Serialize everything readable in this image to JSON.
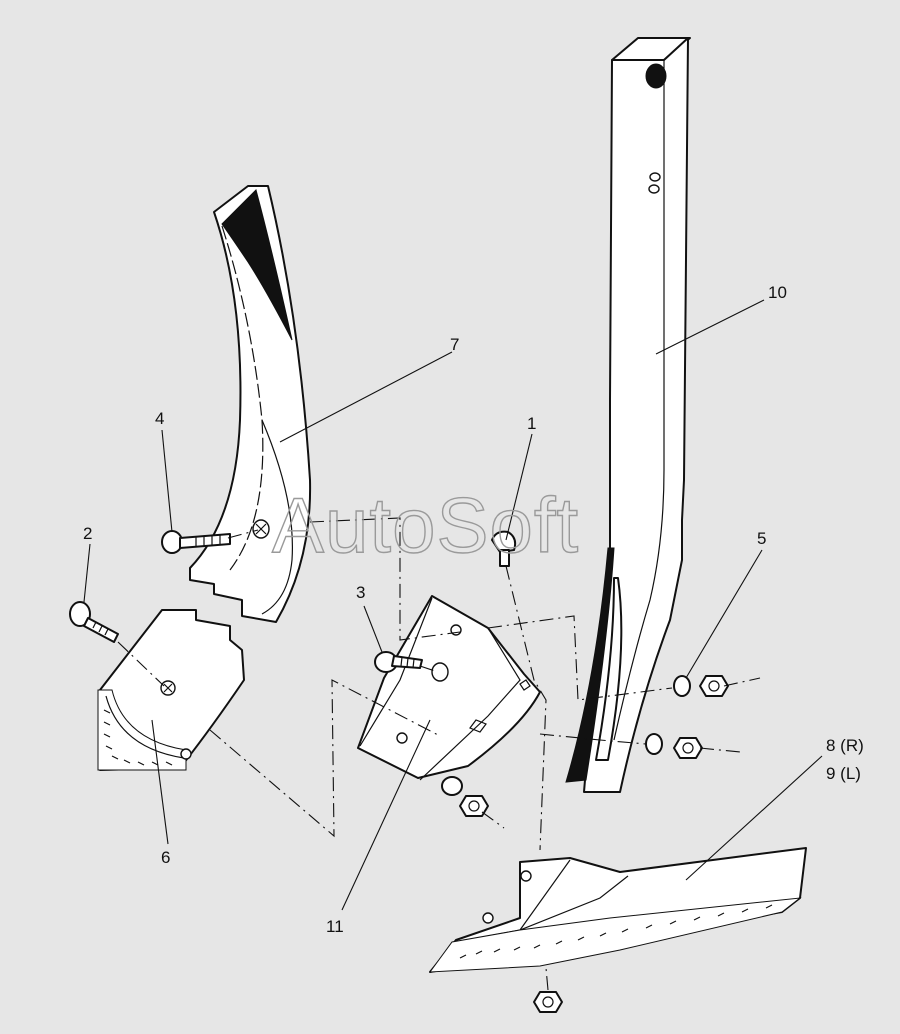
{
  "watermark": "AutoSoft",
  "colors": {
    "background": "#e6e6e6",
    "line": "#111111",
    "part_fill": "#ffffff",
    "watermark": "#9a9a9a"
  },
  "callouts": {
    "c1": "1",
    "c2": "2",
    "c3": "3",
    "c4": "4",
    "c5": "5",
    "c6": "6",
    "c7": "7",
    "c8": "8 (R)",
    "c9": "9 (L)",
    "c10": "10",
    "c11": "11"
  }
}
